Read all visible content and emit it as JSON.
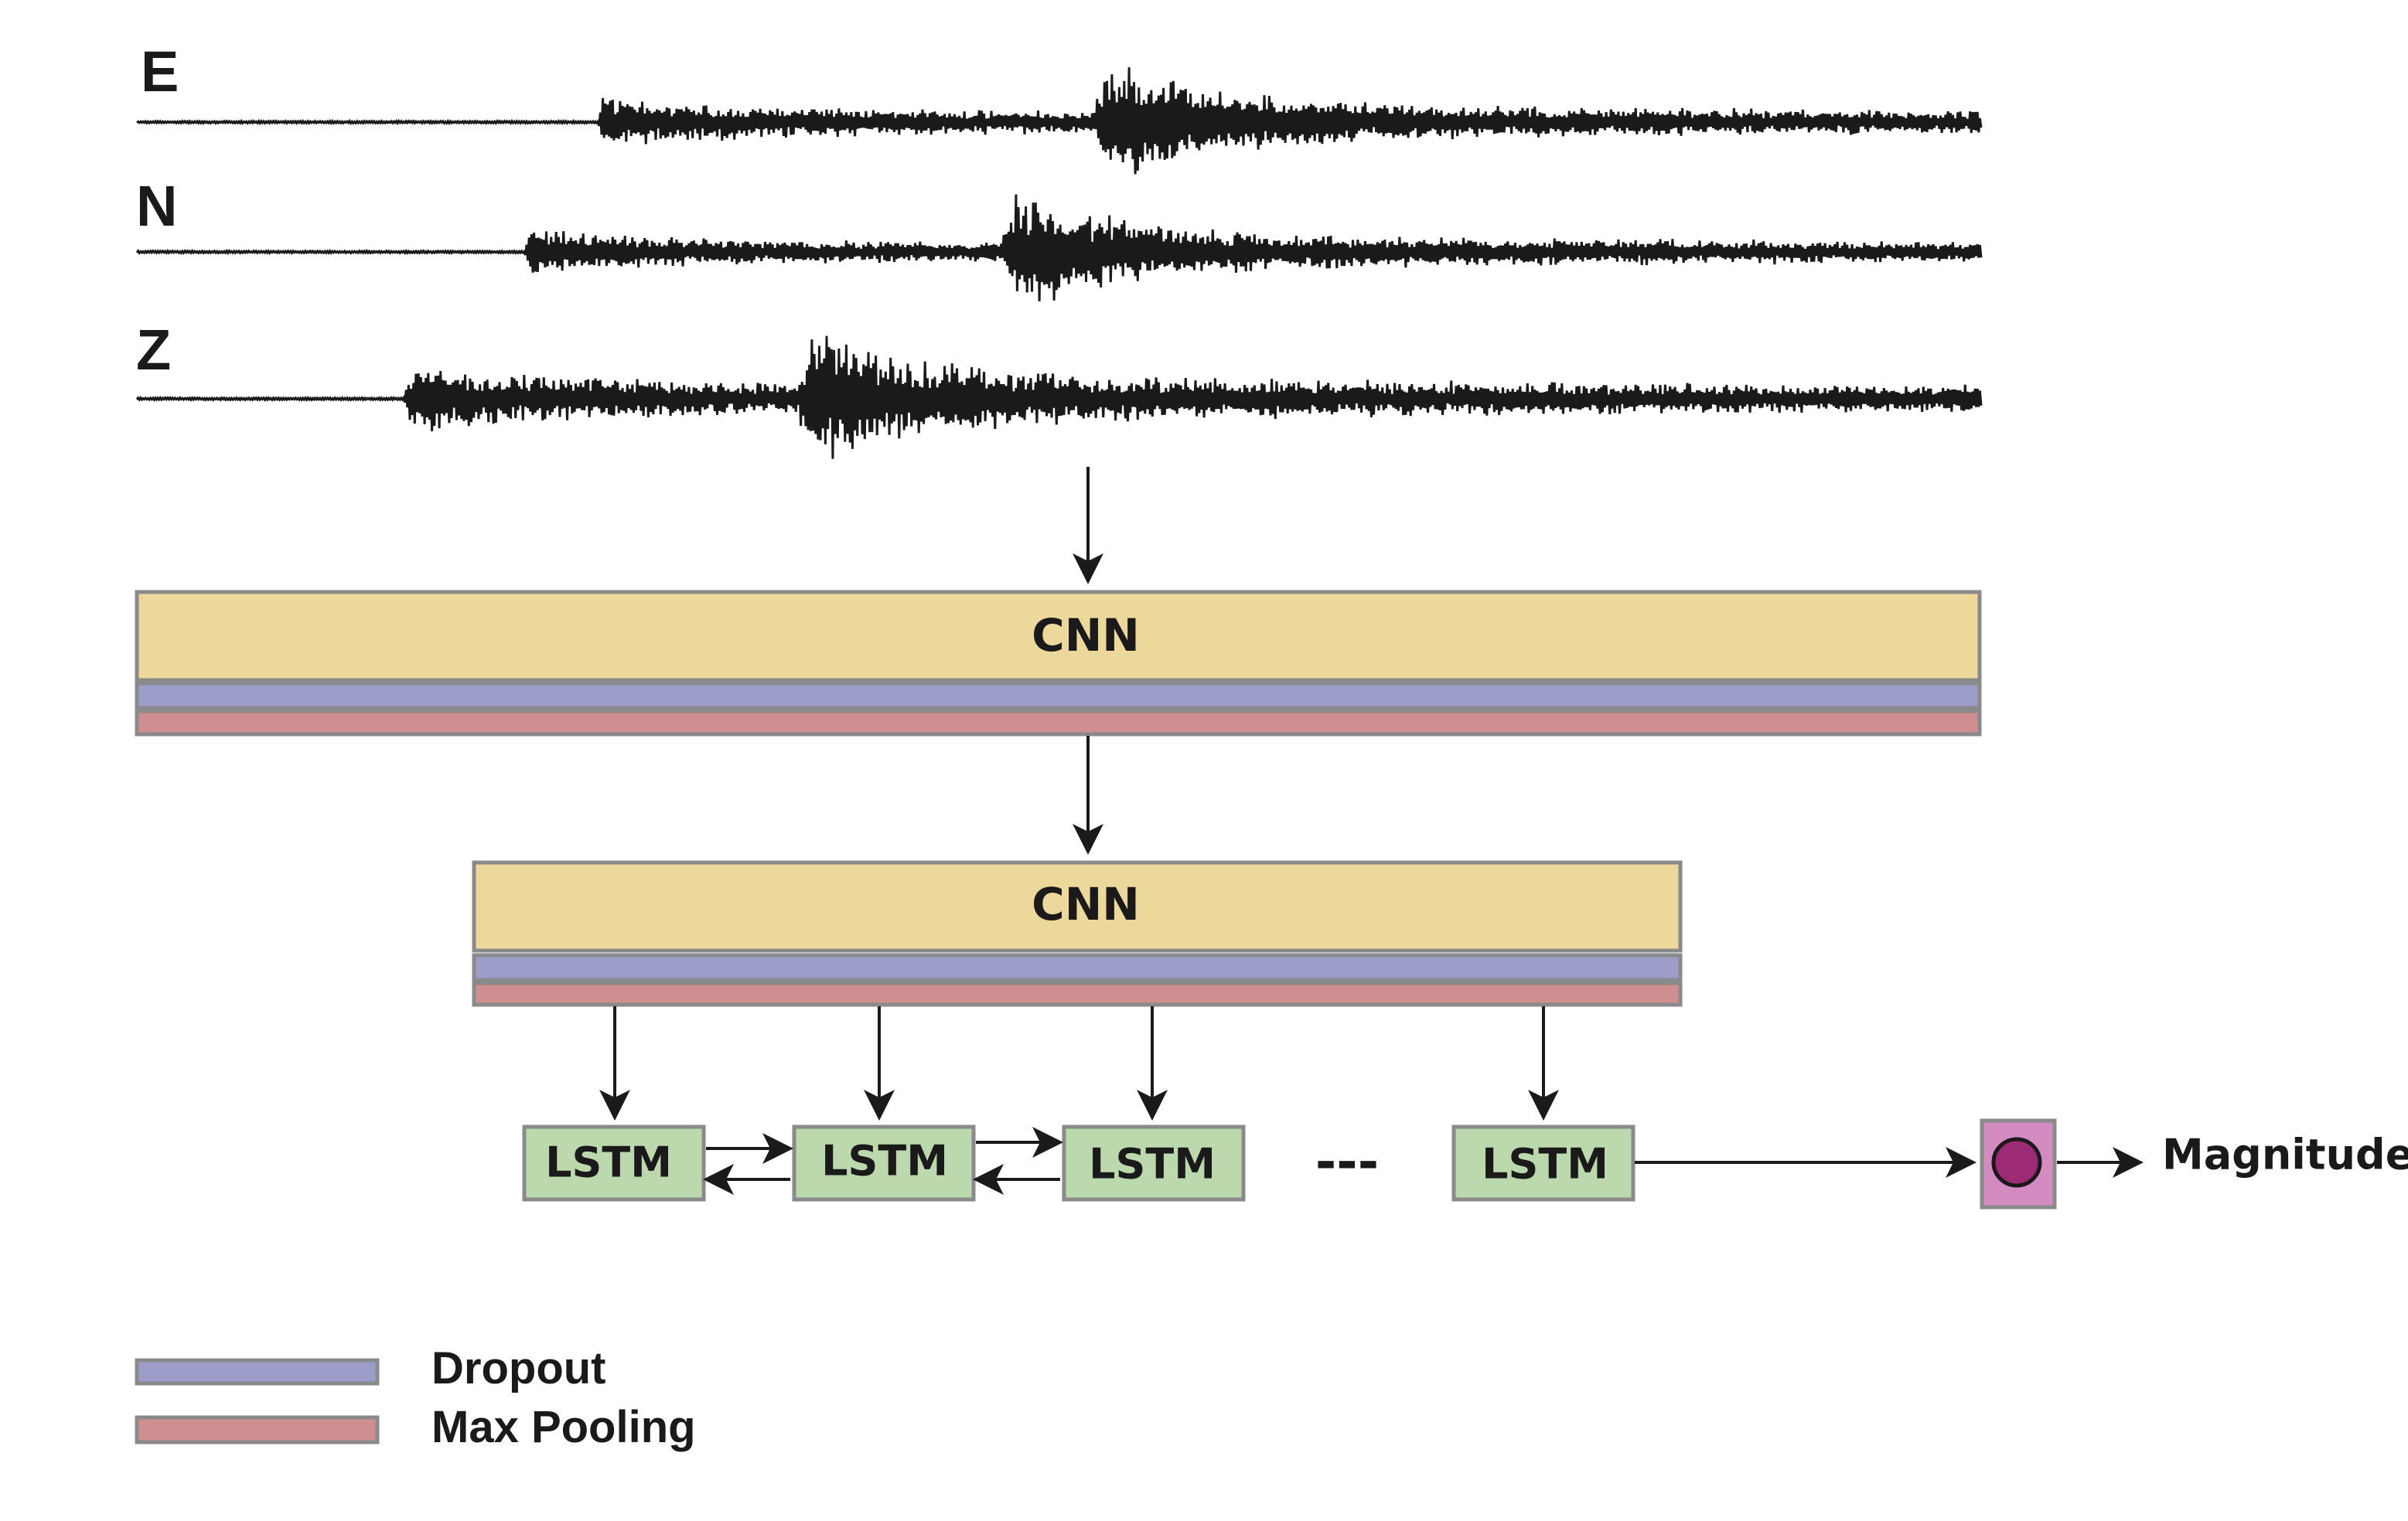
{
  "channels": [
    {
      "label": "E",
      "p_onset": 0.25,
      "s_onset": 0.52,
      "p_amp": 1.0,
      "s_amp": 1.9,
      "coda": 0.45
    },
    {
      "label": "N",
      "p_onset": 0.21,
      "s_onset": 0.47,
      "p_amp": 0.9,
      "s_amp": 2.0,
      "coda": 0.45
    },
    {
      "label": "Z",
      "p_onset": 0.145,
      "s_onset": 0.36,
      "p_amp": 1.35,
      "s_amp": 2.0,
      "coda": 0.55
    }
  ],
  "blocks": {
    "cnn1": "CNN",
    "cnn2": "CNN",
    "lstm": [
      "LSTM",
      "LSTM",
      "LSTM",
      "LSTM"
    ],
    "ellipsis": "---",
    "output": "Magnitude"
  },
  "legend": [
    {
      "label": "Dropout",
      "color": "#9c9ec9"
    },
    {
      "label": "Max Pooling",
      "color": "#cf8f91"
    }
  ],
  "colors": {
    "cnn": "#ecd89b",
    "lstm": "#bcd9ad",
    "output_box": "#d48bc2",
    "output_node": "#9c2a74",
    "border": "#8a8a8a",
    "ink": "#1a1a1a"
  }
}
